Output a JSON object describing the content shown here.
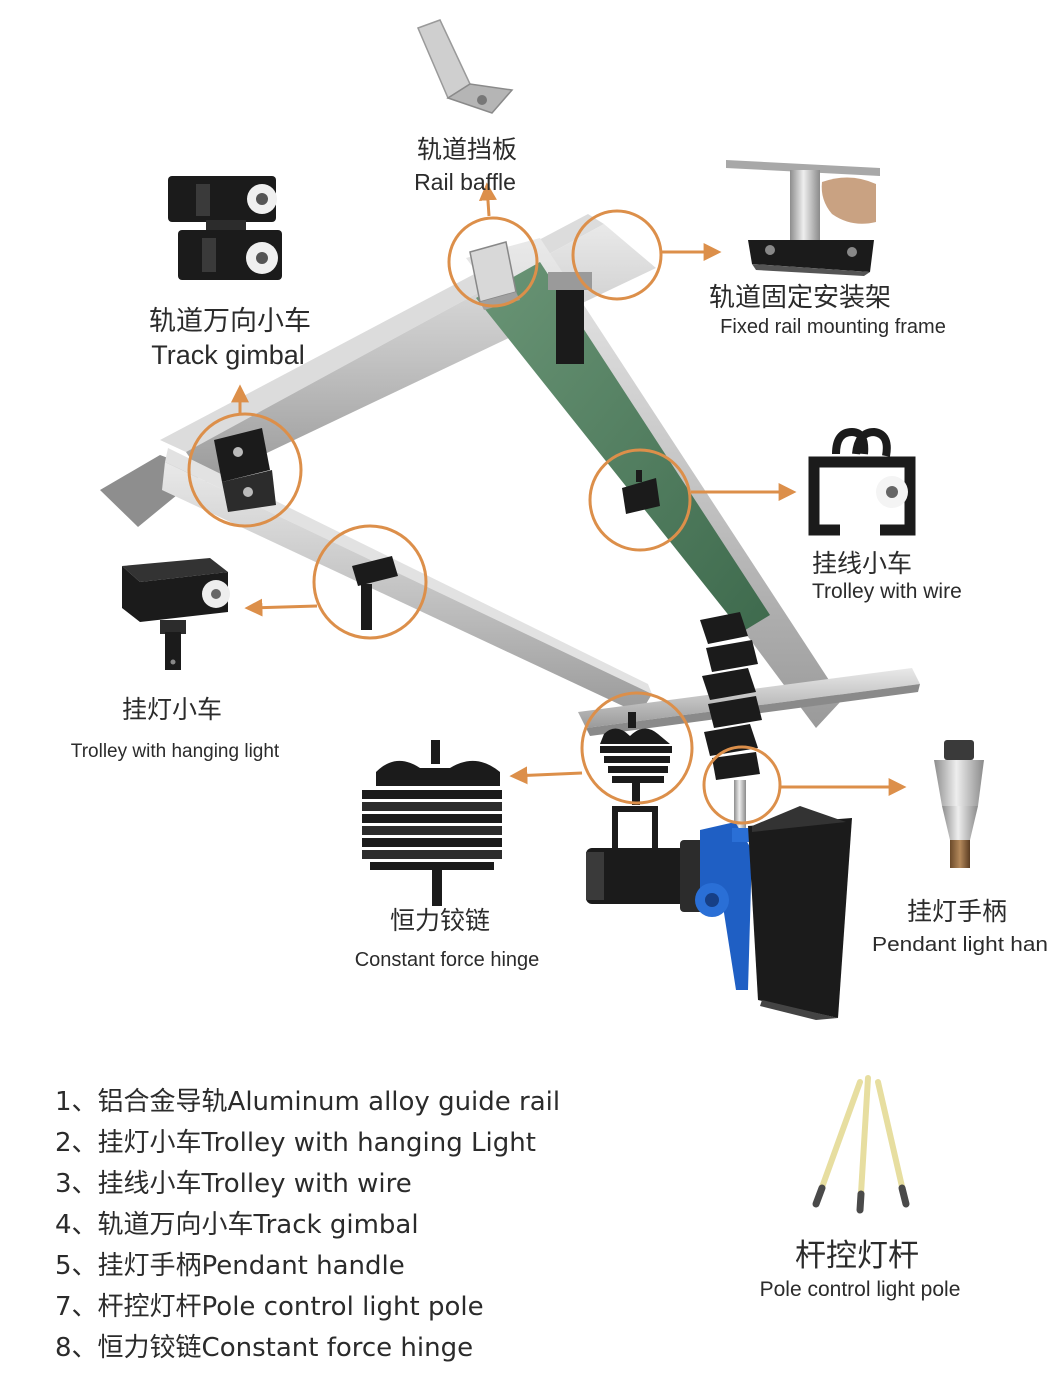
{
  "callouts": {
    "rail_baffle": {
      "zh": "轨道挡板",
      "en": "Rail baffle"
    },
    "track_gimbal": {
      "zh": "轨道万向小车",
      "en": "Track gimbal"
    },
    "fixed_frame": {
      "zh": "轨道固定安装架",
      "en": "Fixed rail mounting frame"
    },
    "trolley_wire": {
      "zh": "挂线小车",
      "en": "Trolley with wire"
    },
    "trolley_light": {
      "zh": "挂灯小车",
      "en": "Trolley with hanging light"
    },
    "hinge": {
      "zh": "恒力铰链",
      "en": "Constant force hinge"
    },
    "pendant_handle": {
      "zh": "挂灯手柄",
      "en": "Pendant light han"
    },
    "pole": {
      "zh": "杆控灯杆",
      "en": "Pole control light pole"
    }
  },
  "parts_list": [
    "1、铝合金导轨Aluminum alloy guide rail",
    "2、挂灯小车Trolley with hanging Light",
    "3、挂线小车Trolley with wire",
    "4、轨道万向小车Track gimbal",
    "5、挂灯手柄Pendant handle",
    "7、杆控灯杆Pole control light pole",
    "8、恒力铰链Constant force hinge"
  ],
  "colors": {
    "callout": "#dc8f4a",
    "rail_green": "#4f7a5c",
    "blue_bracket": "#1f5fc4"
  }
}
